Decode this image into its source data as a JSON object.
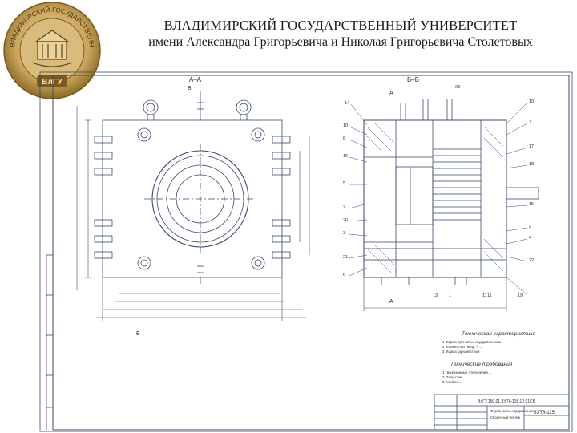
{
  "slide": {
    "title_line1": "ВЛАДИМИРСКИЙ ГОСУДАРСТВЕННЫЙ УНИВЕРСИТЕТ",
    "title_line2": "имени Александра Григорьевича и Николая  Григорьевича  Столетовых"
  },
  "logo": {
    "ring_text": "ВЛАДИМИРСКИЙ ГОСУДАРСТВЕННЫЙ УНИВЕРСИТЕТ",
    "badge_text": "ВлГУ",
    "gold": "#c9a45a",
    "dark_gold": "#8a6a2a"
  },
  "drawing": {
    "line_color": "#3a4a66",
    "section_aa": "А–А",
    "section_bb": "Б–Б",
    "cut_a": "А",
    "cut_b": "Б",
    "tech_char_title": "Техническая характеристика",
    "tech_char_items": [
      "1  Форма для литья под давлением",
      "2  Количество гнёзд – ...",
      "3  Форма одноместная"
    ],
    "tech_req_title": "Технические требования",
    "tech_req_items": [
      "1  Неуказанные отклонения ...",
      "2  Покрытие ...",
      "3  Клеймо ..."
    ],
    "stamp_code": "ВлГУ.150.01.ЗУТ8-115.12.01СБ",
    "stamp_name": "Форма литья под давлением",
    "stamp_sub": "Сборочный чертеж",
    "stamp_group": "ЗУТ8-115",
    "callouts_left": [
      "14",
      "10",
      "8",
      "16",
      "5",
      "2",
      "20",
      "3",
      "21",
      "6"
    ],
    "callouts_right": [
      "23",
      "10",
      "7",
      "17",
      "18",
      "15",
      "9",
      "4",
      "22",
      "19"
    ],
    "callouts_bottom": [
      "13",
      "11",
      "1",
      "11"
    ]
  }
}
